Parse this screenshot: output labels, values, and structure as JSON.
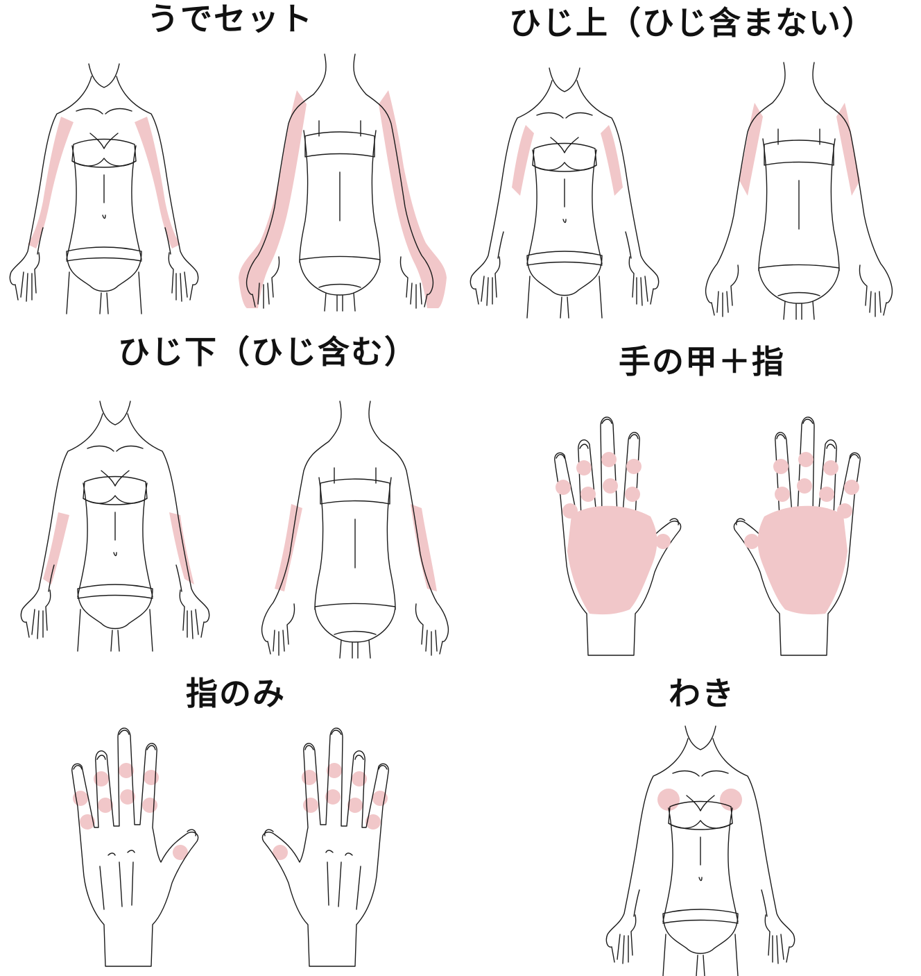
{
  "colors": {
    "highlight": "#f1c7c9",
    "line": "#1a1a1a",
    "background": "#ffffff"
  },
  "panels": {
    "arm_set": {
      "title": "うでセット"
    },
    "above_elbow": {
      "title": "ひじ上（ひじ含まない）"
    },
    "below_elbow": {
      "title": "ひじ下（ひじ含む）"
    },
    "hand_back_fingers": {
      "title": "手の甲＋指"
    },
    "fingers_only": {
      "title": "指のみ"
    },
    "underarm": {
      "title": "わき"
    }
  }
}
